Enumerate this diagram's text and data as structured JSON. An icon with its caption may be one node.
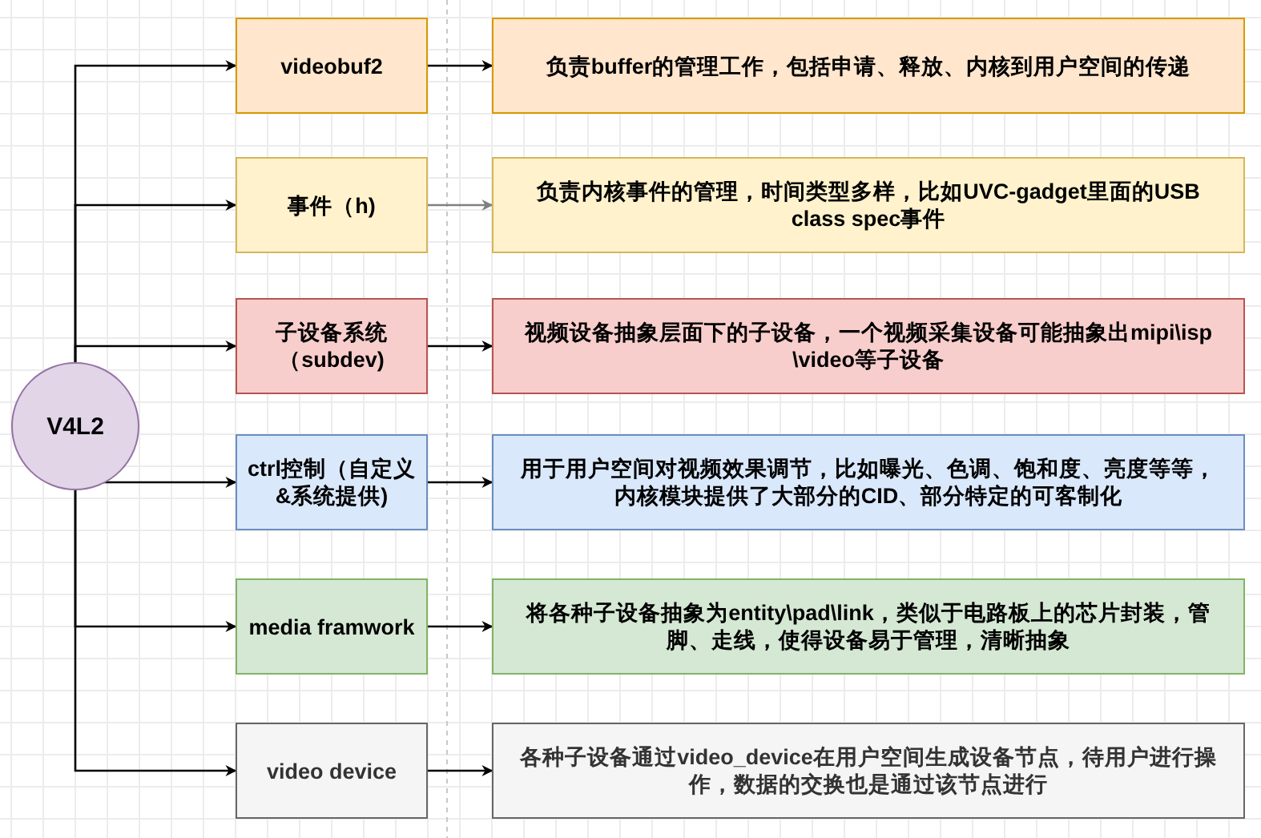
{
  "diagram": {
    "nodes": [
      {
        "text": [
          "V4L2"
        ]
      },
      {
        "text": [
          "videobuf2"
        ]
      },
      {
        "text": [
          "事件（h)"
        ]
      },
      {
        "text": [
          "子设备系统（subdev)"
        ]
      },
      {
        "text": [
          "ctrl控制（自定义&系统提供)"
        ]
      },
      {
        "text": [
          "media framwork"
        ]
      },
      {
        "text": [
          "video device"
        ]
      },
      {
        "text": [
          "负责buffer的管理工作，包括申请、释放、内核到用户空间的传递"
        ]
      },
      {
        "text": [
          "负责内核事件的管理，时间类型多样，比如UVC-gadget里面的USB class spec事件"
        ]
      },
      {
        "text": [
          "视频设备抽象层面下的子设备，一个视频采集设备可能抽象出mipi\\isp \\video等子设备"
        ]
      },
      {
        "text": [
          "用于用户空间对视频效果调节，比如曝光、色调、饱和度、亮度等等，内核模块提供了大部分的CID、部分特定的可客制化"
        ]
      },
      {
        "text": [
          "将各种子设备抽象为entity\\pad\\link，类似于电路板上的芯片封装，管脚、走线，使得设备易于管理，清晰抽象"
        ]
      },
      {
        "text": [
          "各种子设备通过video_device在用户空间生成设备节点，待用户进行操作，数据的交换也是通过该节点进行"
        ]
      }
    ],
    "edges": [
      {
        "from": 0,
        "to": 1,
        "arrow": "to"
      },
      {
        "from": 0,
        "to": 2,
        "arrow": "to"
      },
      {
        "from": 0,
        "to": 3,
        "arrow": "to"
      },
      {
        "from": 0,
        "to": 4,
        "arrow": "to"
      },
      {
        "from": 0,
        "to": 5,
        "arrow": "to"
      },
      {
        "from": 0,
        "to": 6,
        "arrow": "to"
      },
      {
        "from": 1,
        "to": 7,
        "arrow": "to"
      },
      {
        "from": 2,
        "to": 8,
        "arrow": "to",
        "color": "#808080"
      },
      {
        "from": 3,
        "to": 9,
        "arrow": "to"
      },
      {
        "from": 4,
        "to": 10,
        "arrow": "to"
      },
      {
        "from": 5,
        "to": 11,
        "arrow": "to"
      },
      {
        "from": 6,
        "to": 12,
        "arrow": "to"
      }
    ]
  }
}
